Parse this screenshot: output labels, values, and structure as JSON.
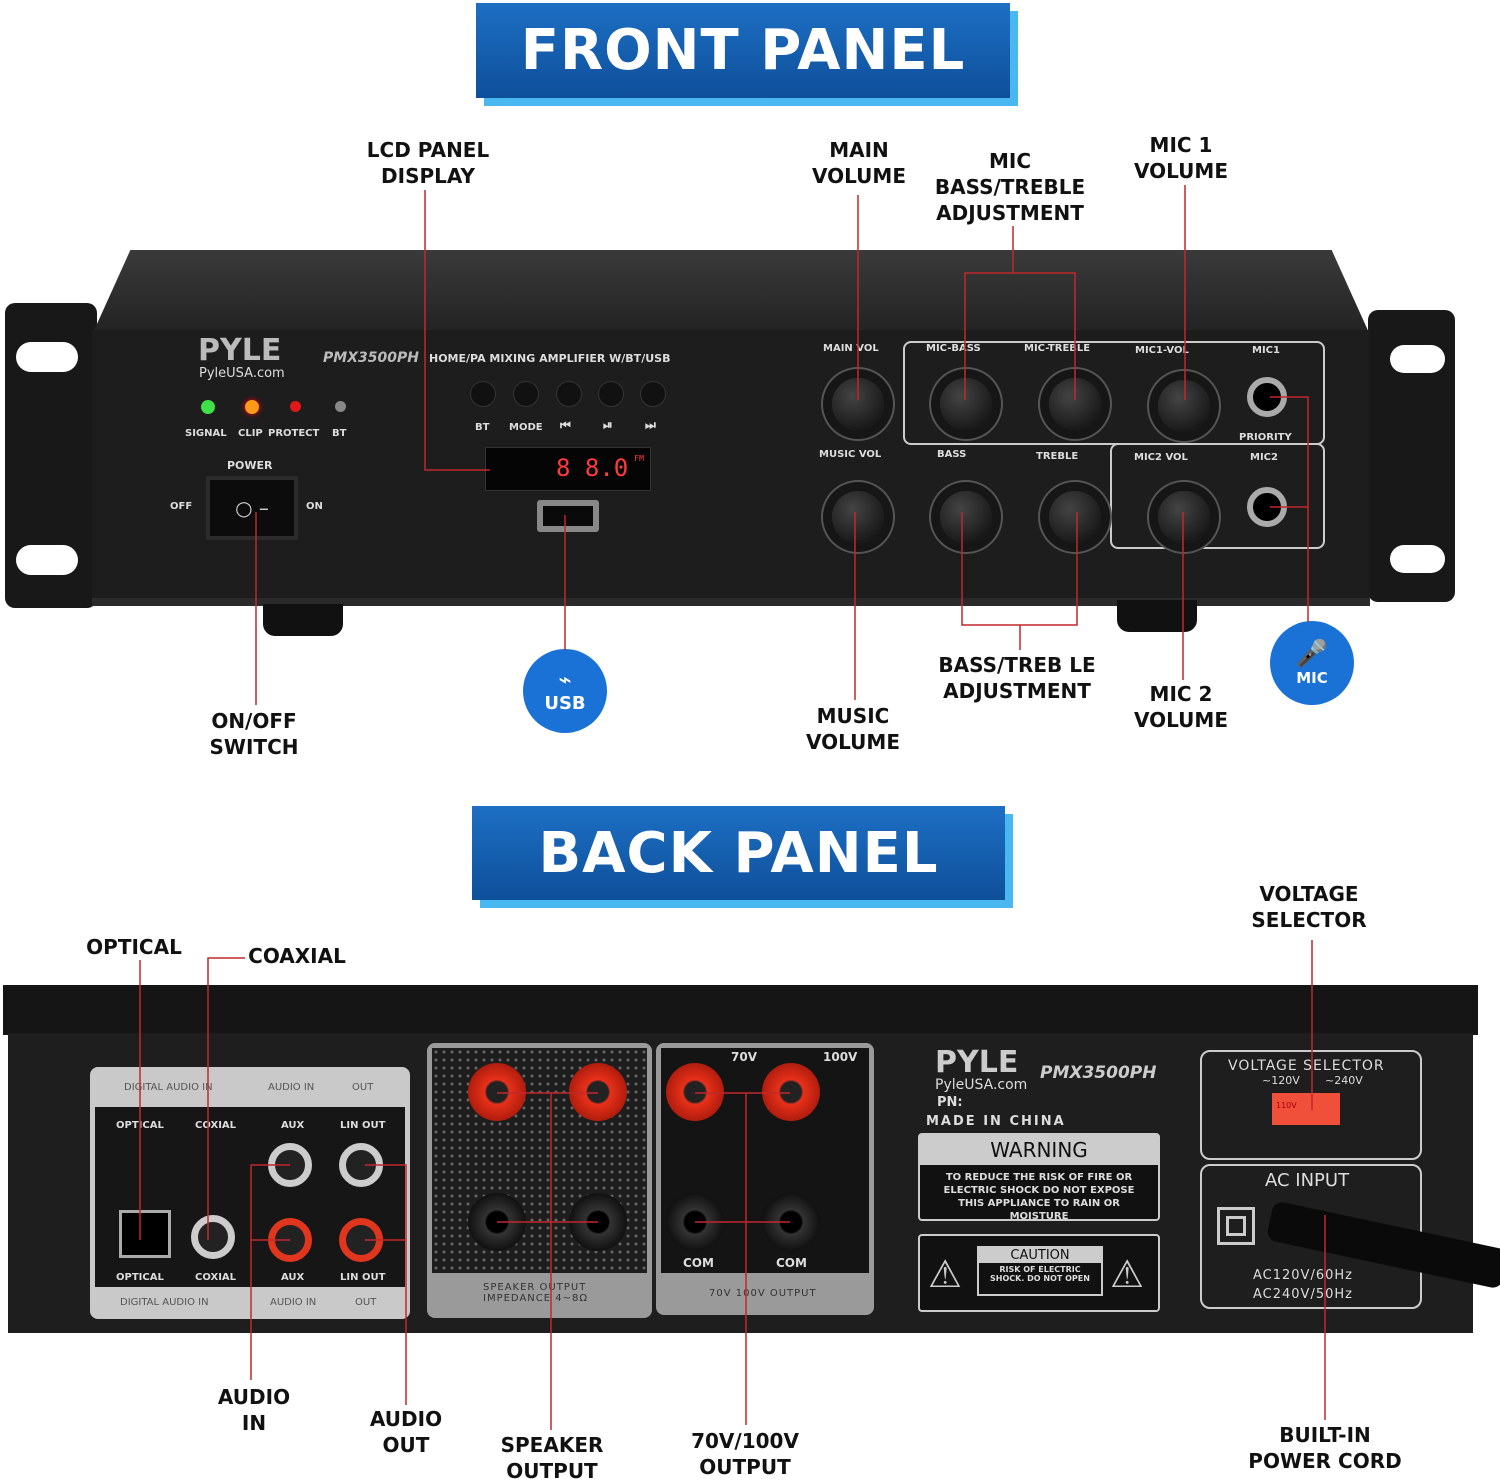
{
  "front": {
    "title": "FRONT PANEL",
    "brand": "PYLE",
    "site": "PyleUSA.com",
    "model": "PMX3500PH",
    "product": "HOME/PA MIXING AMPLIFIER W/BT/USB",
    "leds": [
      "SIGNAL",
      "CLIP",
      "PROTECT",
      "BT"
    ],
    "power": "POWER",
    "off": "OFF",
    "on": "ON",
    "buttons": [
      "BT",
      "MODE",
      "⏮",
      "⏯",
      "⏭"
    ],
    "display": "8 8.0",
    "display_band": "FM",
    "knobs": {
      "main_vol": "MAIN VOL",
      "mic_bass": "MIC-BASS",
      "mic_treble": "MIC-TREBLE",
      "mic1_vol": "MIC1-VOL",
      "music_vol": "MUSIC VOL",
      "bass": "BASS",
      "treble": "TREBLE",
      "mic2_vol": "MIC2 VOL"
    },
    "mic1": "MIC1",
    "priority": "PRIORITY",
    "mic2": "MIC2",
    "callouts": {
      "lcd": "LCD PANEL\nDISPLAY",
      "main_volume": "MAIN\nVOLUME",
      "mic_bass_treble": "MIC\nBASS/TREBLE\nADJUSTMENT",
      "mic1_volume": "MIC 1\nVOLUME",
      "on_off": "ON/OFF\nSWITCH",
      "music_volume": "MUSIC\nVOLUME",
      "bass_treble": "BASS/TREB LE\nADJUSTMENT",
      "mic2_volume": "MIC 2\nVOLUME"
    },
    "usb_icon": "USB",
    "mic_icon": "MIC"
  },
  "back": {
    "title": "BACK PANEL",
    "digital_audio_in": "DIGITAL AUDIO IN",
    "audio_in": "AUDIO IN",
    "out": "OUT",
    "optical": "OPTICAL",
    "coxial": "COXIAL",
    "aux": "AUX",
    "lin_out": "LIN OUT",
    "speaker_output": "SPEAKER OUTPUT\nIMPEDANCE 4~8Ω",
    "v70": "70V",
    "v100": "100V",
    "com": "COM",
    "output_70_100": "70V 100V OUTPUT",
    "brand": "PYLE",
    "site": "PyleUSA.com",
    "pn": "PN:",
    "model": "PMX3500PH",
    "made_in": "MADE IN CHINA",
    "warning_title": "WARNING",
    "warning_text": "TO REDUCE THE RISK OF FIRE OR ELECTRIC SHOCK DO NOT EXPOSE THIS APPLIANCE TO RAIN OR MOISTURE",
    "caution_title": "CAUTION",
    "caution_text": "RISK OF ELECTRIC SHOCK. DO NOT OPEN",
    "voltage_selector": "VOLTAGE SELECTOR",
    "v120": "~120V",
    "v240": "~240V",
    "switch_value": "110V",
    "ac_input": "AC INPUT",
    "ac_rating_1": "AC120V/60Hz",
    "ac_rating_2": "AC240V/50Hz",
    "callouts": {
      "optical": "OPTICAL",
      "coaxial": "COAXIAL",
      "voltage": "VOLTAGE\nSELECTOR",
      "audio_in": "AUDIO\nIN",
      "audio_out": "AUDIO\nOUT",
      "speaker": "SPEAKER\nOUTPUT",
      "v70_100": "70V/100V\nOUTPUT",
      "power_cord": "BUILT-IN\nPOWER CORD"
    }
  },
  "colors": {
    "banner": "#1565c0",
    "callout_line": "#c0282d",
    "icon_blue": "#1a72d6"
  }
}
